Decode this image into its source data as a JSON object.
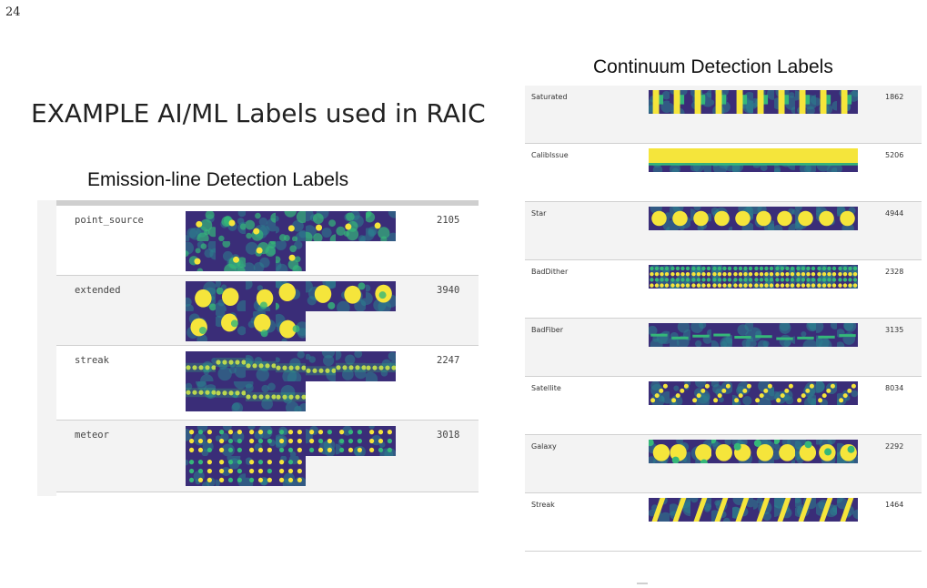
{
  "page_number": "24",
  "slide_title": "EXAMPLE AI/ML Labels used in RAIC",
  "emission": {
    "title": "Emission-line Detection Labels",
    "rows": [
      {
        "label": "point_source",
        "count": "2105",
        "pattern": "points",
        "thumbs": 11
      },
      {
        "label": "extended",
        "count": "3940",
        "pattern": "blobs",
        "thumbs": 11
      },
      {
        "label": "streak",
        "count": "2247",
        "pattern": "hstreak",
        "thumbs": 11
      },
      {
        "label": "meteor",
        "count": "3018",
        "pattern": "dots",
        "thumbs": 11
      }
    ]
  },
  "continuum": {
    "title": "Continuum Detection Labels",
    "rows": [
      {
        "label": "Saturated",
        "count": "1862",
        "pattern": "saturated",
        "thumbs": 10
      },
      {
        "label": "CalibIssue",
        "count": "5206",
        "pattern": "calib",
        "thumbs": 10
      },
      {
        "label": "Star",
        "count": "4944",
        "pattern": "star",
        "thumbs": 10
      },
      {
        "label": "BadDither",
        "count": "2328",
        "pattern": "dither",
        "thumbs": 10
      },
      {
        "label": "BadFiber",
        "count": "3135",
        "pattern": "fiber",
        "thumbs": 10
      },
      {
        "label": "Satellite",
        "count": "8034",
        "pattern": "satellite",
        "thumbs": 10
      },
      {
        "label": "Galaxy",
        "count": "2292",
        "pattern": "galaxy",
        "thumbs": 10
      },
      {
        "label": "Streak",
        "count": "1464",
        "pattern": "diag",
        "thumbs": 10
      }
    ]
  },
  "colors": {
    "dark": "#3a2d78",
    "mid": "#2c7f8e",
    "green": "#35b779",
    "bright": "#f5e53b"
  }
}
